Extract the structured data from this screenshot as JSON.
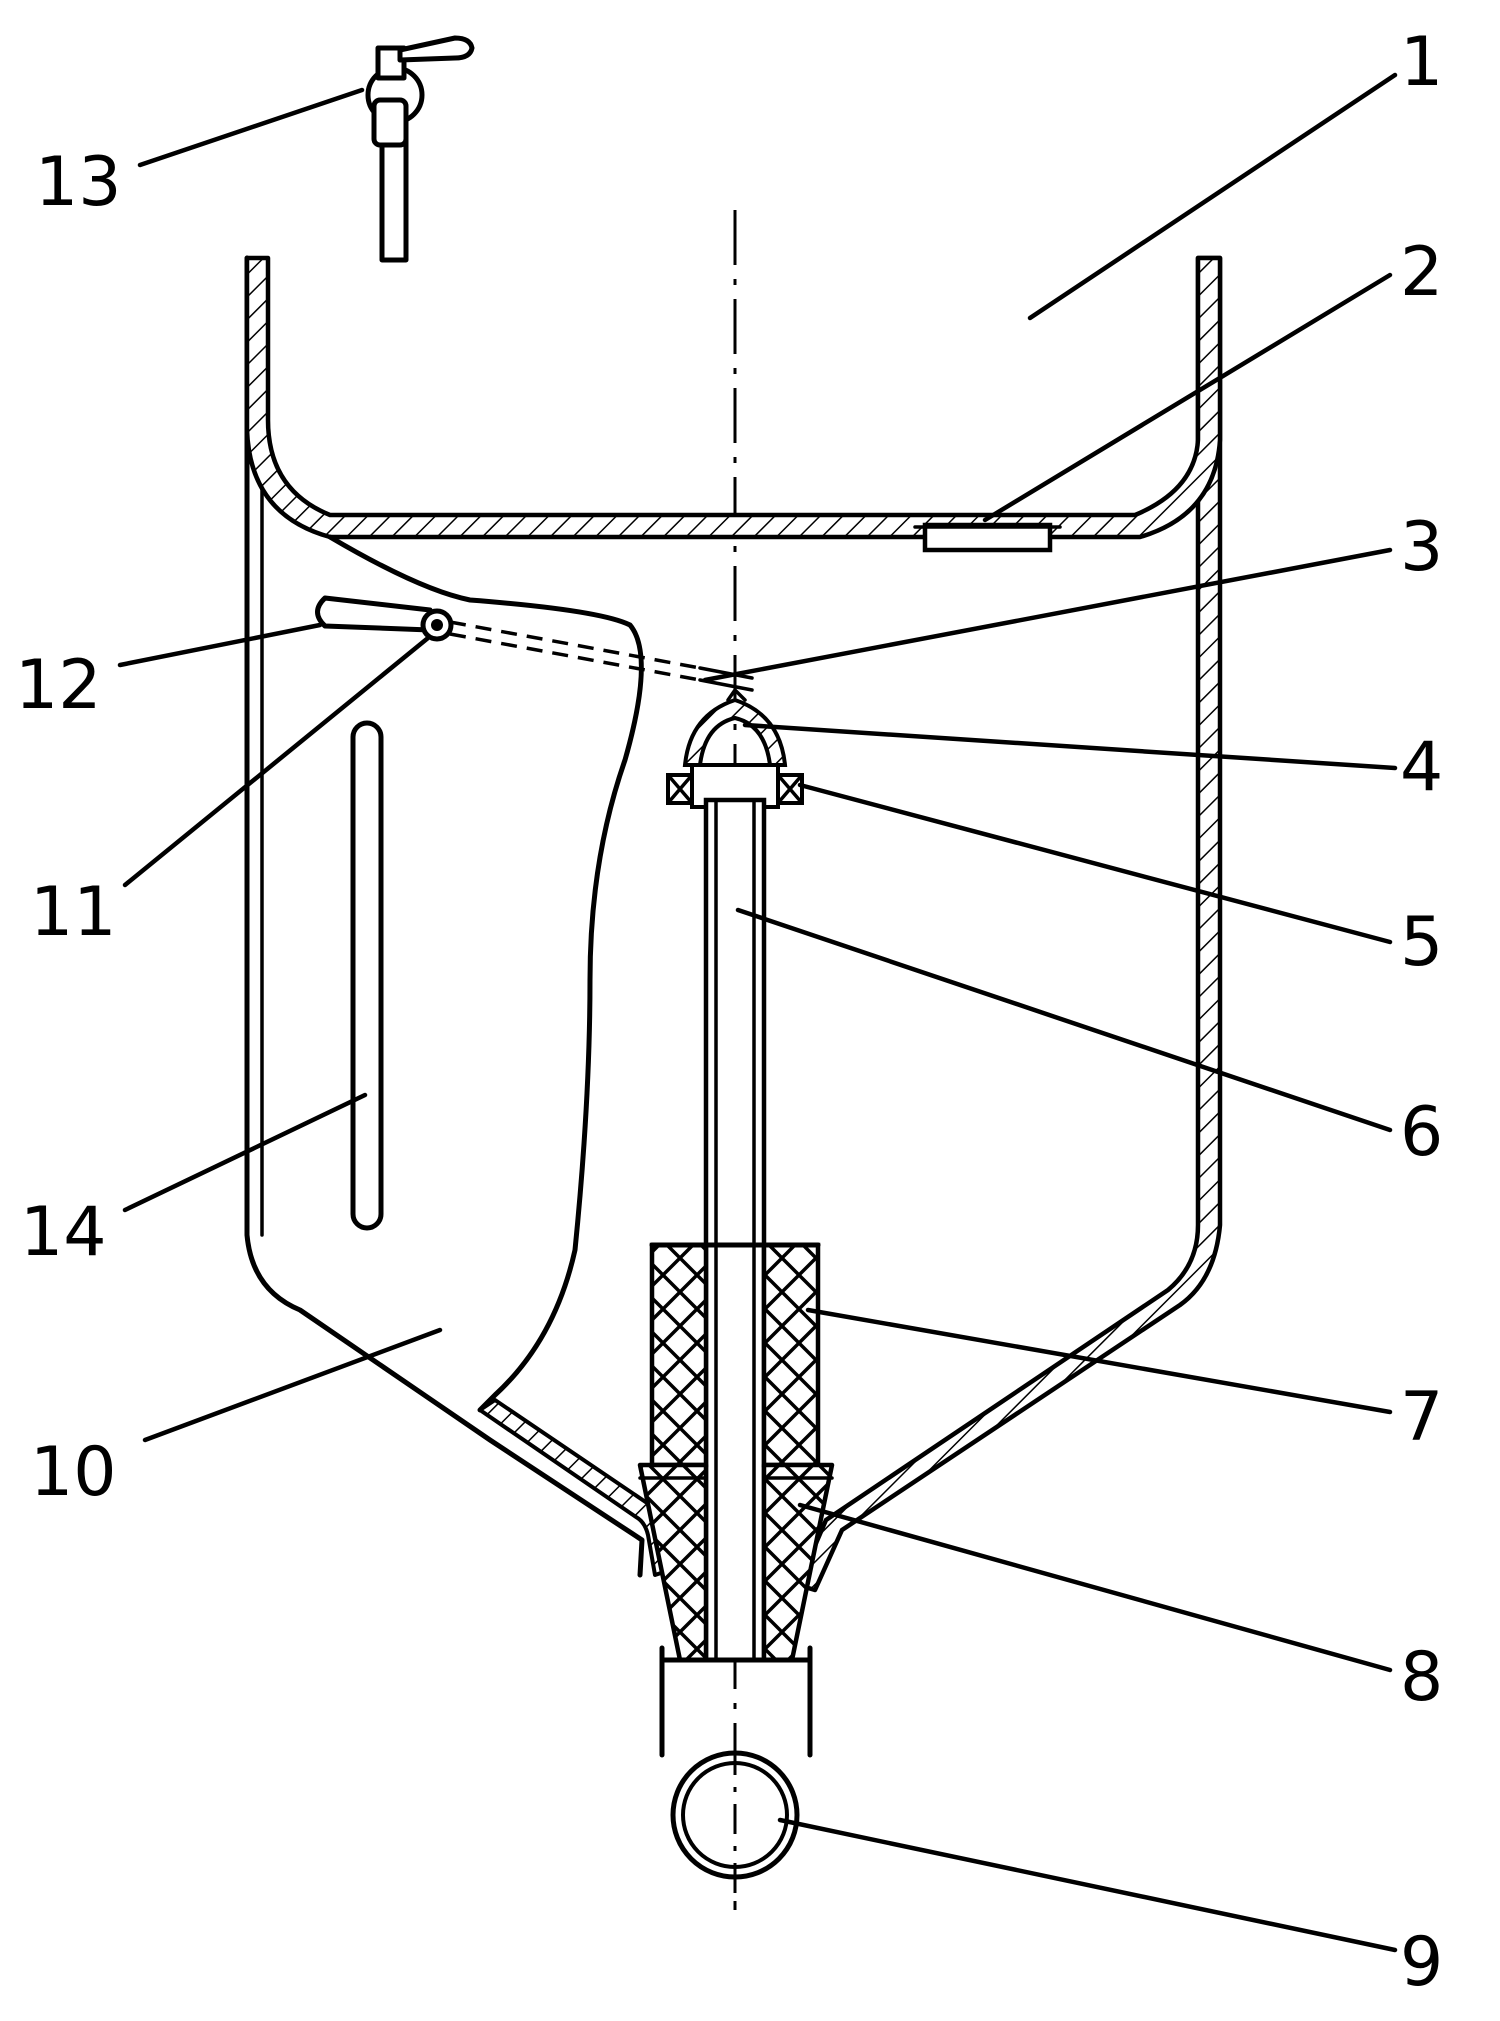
{
  "figure": {
    "callouts": [
      {
        "id": "1",
        "text": "1"
      },
      {
        "id": "2",
        "text": "2"
      },
      {
        "id": "3",
        "text": "3"
      },
      {
        "id": "4",
        "text": "4"
      },
      {
        "id": "5",
        "text": "5"
      },
      {
        "id": "6",
        "text": "6"
      },
      {
        "id": "7",
        "text": "7"
      },
      {
        "id": "8",
        "text": "8"
      },
      {
        "id": "9",
        "text": "9"
      },
      {
        "id": "10",
        "text": "10"
      },
      {
        "id": "11",
        "text": "11"
      },
      {
        "id": "12",
        "text": "12"
      },
      {
        "id": "13",
        "text": "13"
      },
      {
        "id": "14",
        "text": "14"
      }
    ],
    "colors": {
      "ink": "#000000",
      "paper": "#ffffff"
    }
  }
}
